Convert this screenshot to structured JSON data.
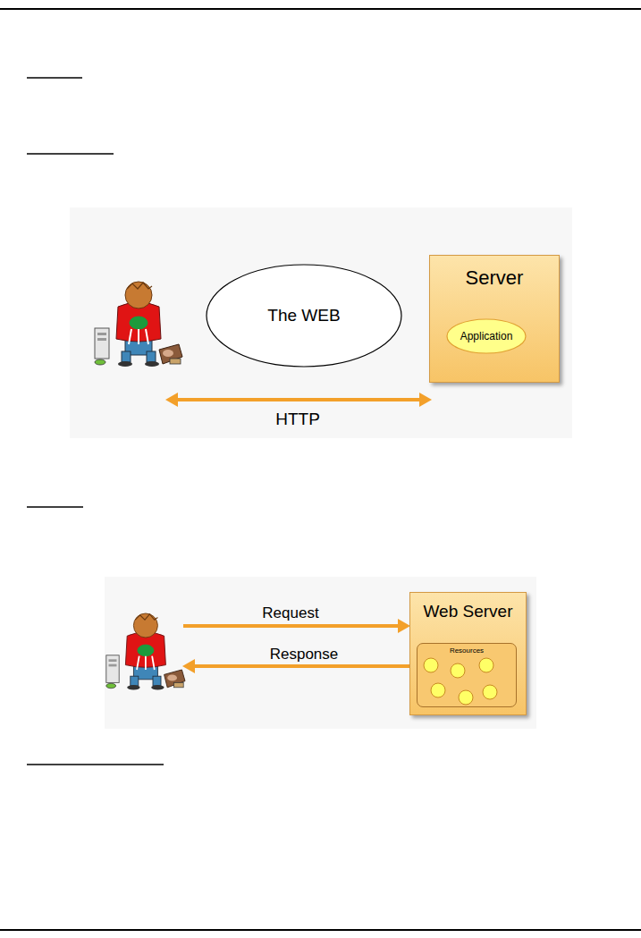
{
  "diagram": {
    "nodes": [
      {
        "text": [
          "The WEB"
        ]
      },
      {
        "text": [
          "Server"
        ]
      },
      {
        "text": [
          "Application"
        ],
        "in": 1
      },
      {
        "text": [
          "Web Server"
        ]
      },
      {
        "text": [
          "Resources"
        ],
        "in": 3
      }
    ],
    "labels": [
      "HTTP",
      "Request",
      "Response"
    ]
  }
}
